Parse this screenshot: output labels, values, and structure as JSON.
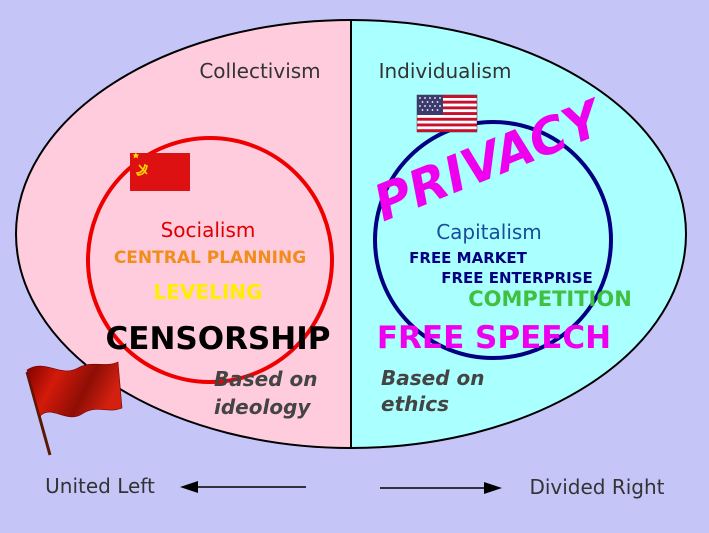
{
  "left": {
    "heading": "Collectivism",
    "system": "Socialism",
    "trait1": "CENTRAL PLANNING",
    "trait2": "LEVELING",
    "banner": "CENSORSHIP",
    "basis_line1": "Based on",
    "basis_line2": "ideology",
    "flag_icon": "soviet-flag-icon"
  },
  "right": {
    "heading": "Individualism",
    "system": "Capitalism",
    "trait1": "FREE MARKET",
    "trait2": "FREE ENTERPRISE",
    "trait3": "COMPETITION",
    "overlay": "PRIVACY",
    "banner": "FREE SPEECH",
    "basis_line1": "Based on",
    "basis_line2": "ethics",
    "flag_icon": "us-flag-icon"
  },
  "footer": {
    "left_label": "United Left",
    "right_label": "Divided Right",
    "left_icon": "red-flag-icon"
  },
  "colors": {
    "background": "#c6c5f8",
    "left_fill": "#ffccdd",
    "right_fill": "#aaffff",
    "left_circle": "#ee0000",
    "right_circle": "#000080",
    "socialism": "#dd0000",
    "central_planning": "#f28c1a",
    "leveling": "#ffee00",
    "capitalism": "#1a4d99",
    "free_market": "#000080",
    "competition": "#40c040",
    "privacy": "#ee00ee",
    "free_speech": "#ee00ee"
  }
}
